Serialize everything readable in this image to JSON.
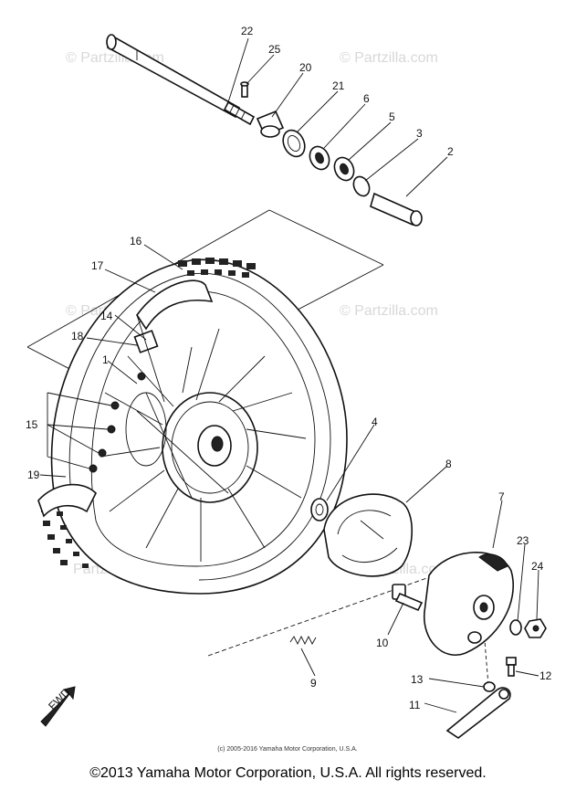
{
  "watermarks": [
    "© Partzilla.com",
    "© Partzilla.com",
    "© Partzilla.com",
    "© Partzilla.com",
    "Partzilla.com",
    "Partzilla.com"
  ],
  "labels": {
    "p1": "1",
    "p2": "2",
    "p3": "3",
    "p4": "4",
    "p5": "5",
    "p6": "6",
    "p7": "7",
    "p8": "8",
    "p9": "9",
    "p10": "10",
    "p11": "11",
    "p12": "12",
    "p13": "13",
    "p14": "14",
    "p15": "15",
    "p16": "16",
    "p17": "17",
    "p18": "18",
    "p19": "19",
    "p20": "20",
    "p21": "21",
    "p22": "22",
    "p23": "23",
    "p24": "24",
    "p25": "25"
  },
  "fwd_mark": "FWD",
  "small_copyright": "(c) 2005-2016 Yamaha Motor Corporation, U.S.A.",
  "footer_copyright": "©2013 Yamaha Motor Corporation, U.S.A. All rights reserved."
}
